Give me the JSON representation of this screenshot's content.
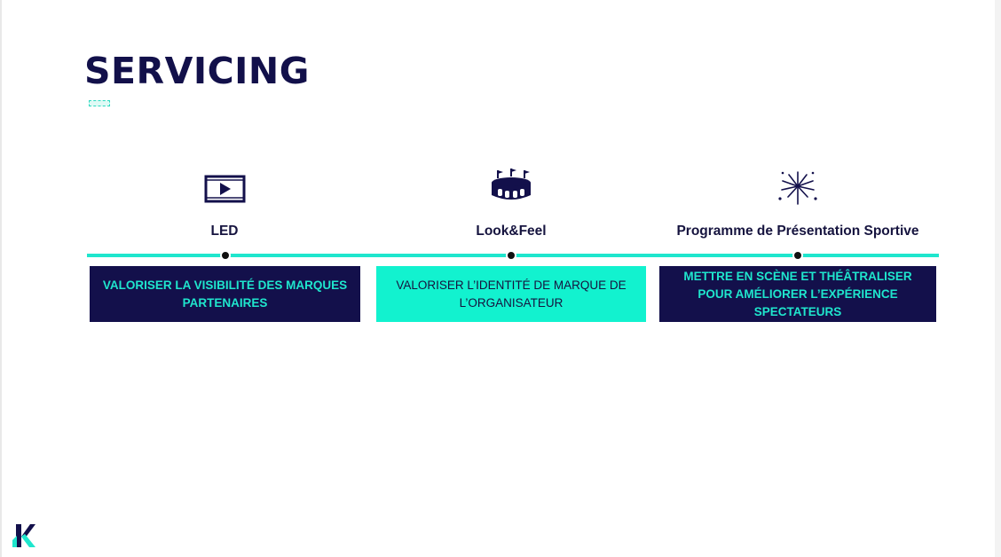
{
  "slide": {
    "title": "SERVICING"
  },
  "columns": [
    {
      "icon": "video-play-icon",
      "label": "LED",
      "description": "VALORISER LA VISIBILITÉ DES MARQUES PARTENAIRES"
    },
    {
      "icon": "stadium-icon",
      "label": "Look&Feel",
      "description": "VALORISER L’IDENTITÉ DE MARQUE DE L’ORGANISATEUR"
    },
    {
      "icon": "fireworks-icon",
      "label": "Programme de Présentation Sportive",
      "description": "METTRE EN SCÈNE ET THÉÂTRALISER POUR AMÉLIORER L’EXPÉRIENCE SPECTATEURS"
    }
  ],
  "colors": {
    "navy": "#13104b",
    "teal": "#1fe6cd",
    "teal_bright": "#12f2cf"
  },
  "logo": {
    "icon": "k-logo-icon"
  }
}
